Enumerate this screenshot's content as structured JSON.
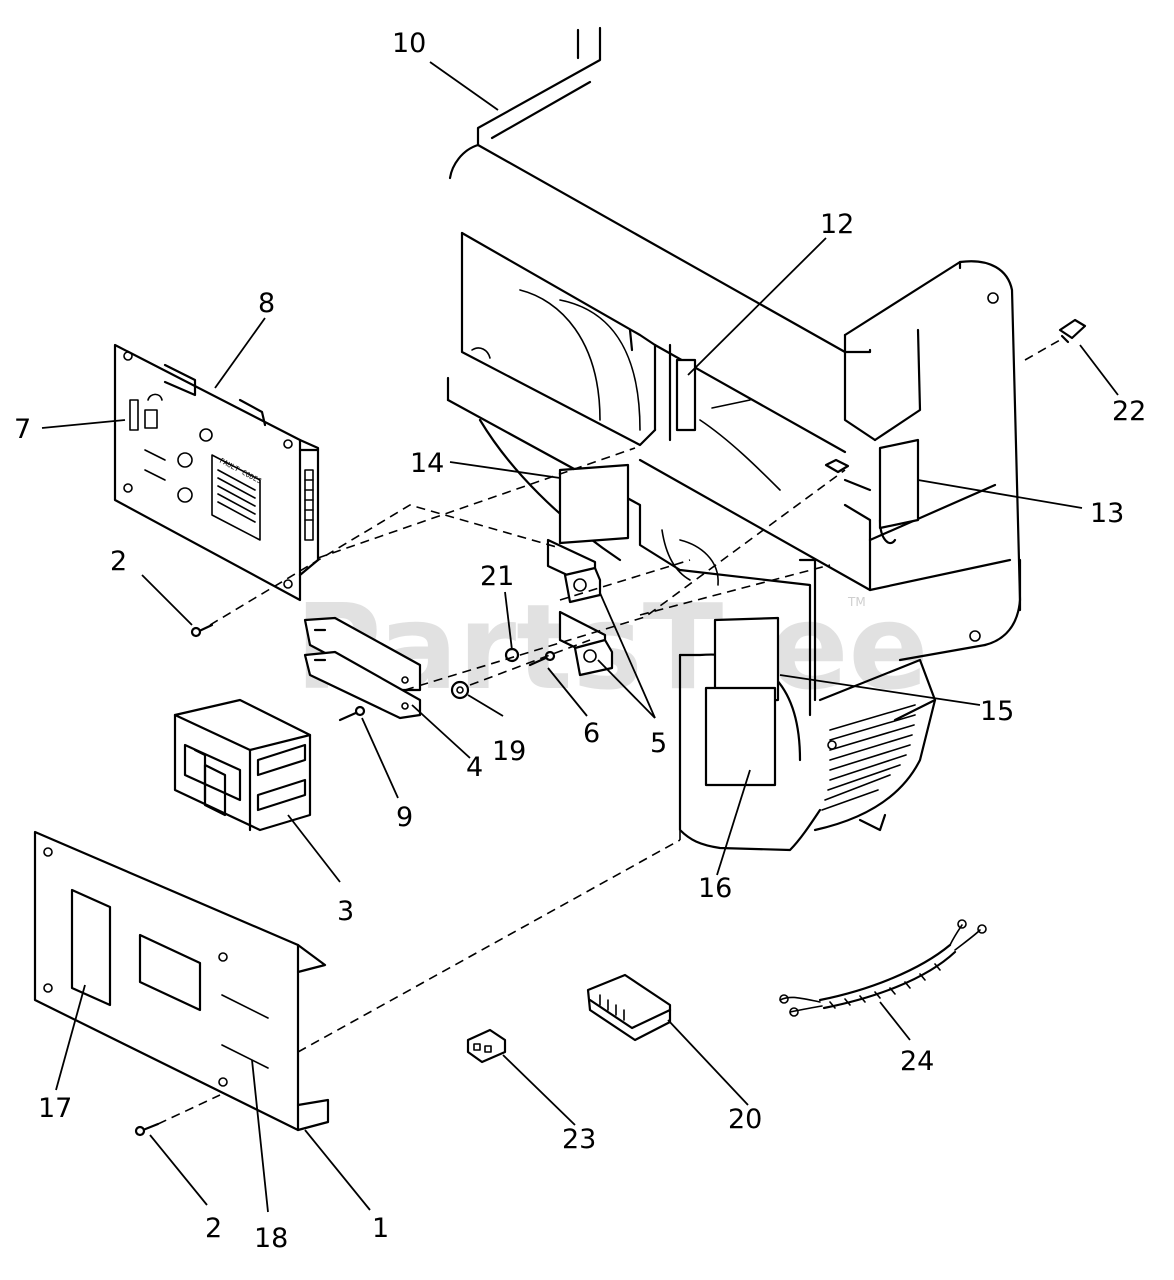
{
  "watermark": {
    "brand": "PartsTree",
    "trademark": "TM"
  },
  "callouts": {
    "c1": "1",
    "c2a": "2",
    "c2b": "2",
    "c3": "3",
    "c4": "4",
    "c5": "5",
    "c6": "6",
    "c7": "7",
    "c8": "8",
    "c9": "9",
    "c10": "10",
    "c12": "12",
    "c13": "13",
    "c14": "14",
    "c15": "15",
    "c16": "16",
    "c17": "17",
    "c18": "18",
    "c19": "19",
    "c20": "20",
    "c21": "21",
    "c22": "22",
    "c23": "23",
    "c24": "24"
  },
  "control_panel": {
    "fault_codes_heading": "FAULT CODES"
  }
}
